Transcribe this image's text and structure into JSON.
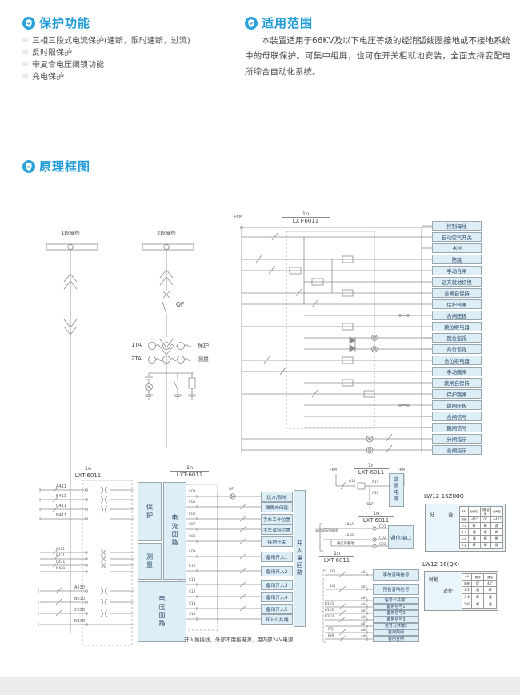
{
  "colors": {
    "accent": "#1e9cd7",
    "label_box_bg": "#ddeef7",
    "label_box_text": "#2a4a66",
    "line": "#8a8a8a"
  },
  "protection": {
    "title": "保护功能",
    "bullet": "◎",
    "items": [
      "三相三段式电流保护(速断、限时速断、过流)",
      "反时限保护",
      "带复合电压闭锁功能",
      "充电保护"
    ]
  },
  "scope": {
    "title": "适用范围",
    "body": "本装置适用于66KV及以下电压等级的经消弧线圈接地或不接地系统中的母联保护。可集中组屏，也可在开关柜就地安装，全面支持变配电所综合自动化系统。"
  },
  "diagram": {
    "title": "原理框图",
    "unit_prefix": "1n",
    "unit_model": "LXT-6011",
    "oneline": {
      "bus1": "1段母线",
      "bus2": "2段母线",
      "qf": "QF",
      "ta1": "1TA",
      "ta2": "2TA",
      "protect": "保护",
      "measure": "测量"
    },
    "control": {
      "plus_km": "+KM",
      "labels": [
        "控制母线",
        "自动空气开关",
        "-KM",
        "防跳",
        "手动合闸",
        "远方就地切换",
        "合闸自保持",
        "保护合闸",
        "合闸压板",
        "跳位继电器",
        "跳位监视",
        "合位监视",
        "合位继电器",
        "手动跳闸",
        "跳闸自保持",
        "保护跳闸",
        "跳闸压板",
        "合闸信号",
        "跳闸信号",
        "分闸指示",
        "合闸指示"
      ]
    },
    "analog": {
      "protect": "保护",
      "measure": "测量",
      "current_loop": "电流回路",
      "voltage_loop": "电压回路",
      "wires_protect": [
        "A411",
        "B411",
        "C411",
        "N411"
      ],
      "wires_measure": [
        "A421",
        "B421",
        "C421",
        "N421"
      ],
      "wires_voltage": [
        "A630",
        "B630",
        "C630",
        "N630"
      ]
    },
    "di": {
      "vertical_label": "开入量回路",
      "qf": "QF",
      "terminals": [
        "C04",
        "C05",
        "C06",
        "C07",
        "C08",
        "C09",
        "C10",
        "C11",
        "C12",
        "C13",
        "C14"
      ],
      "labels": [
        "远方/就地",
        "弹簧未储能",
        "手车工作位置",
        "手车试验位置",
        "接地开关",
        "备用开入1",
        "备用开入2",
        "备用开入3",
        "备用开入4",
        "备用开入5",
        "开入公共端"
      ],
      "note": "开入量接线，外部不用接电源，用内部24V电源"
    },
    "power": {
      "label": "装置电源",
      "plus": "+KM",
      "minus": "-KM",
      "terminals": [
        "A14",
        "A15",
        "A16"
      ]
    },
    "comm": {
      "label": "通信接口",
      "note": "采用屏蔽双绞线",
      "wires": [
        "485A",
        "485B",
        "通信屏蔽地"
      ],
      "terminals": [
        "C01",
        "C02",
        "C03"
      ]
    },
    "signal": {
      "contacts": [
        "2GJ",
        "1GJ",
        "B1U1",
        "B1U2",
        "B1U3",
        "BTJ",
        "BHJ"
      ],
      "terminals": [
        "A01",
        "A02",
        "A03",
        "A04",
        "A05",
        "A06",
        "A07",
        "A08",
        "A09"
      ],
      "labels": [
        "事故音响信号",
        "预告音响信号",
        "信号公共端1",
        "备用信号1",
        "备用信号2",
        "备用信号3",
        "信号公共端2",
        "备用跳闸",
        "备用合闸"
      ]
    },
    "kk": {
      "title": "LW12-16Z(KK)",
      "left": "分",
      "right": "合",
      "header": [
        "KK",
        "分闸后",
        "预备合闸",
        "合闸后"
      ],
      "angle": [
        "角度",
        "-45°",
        "0°",
        "+45°"
      ],
      "rows": [
        [
          "1-2",
          "断",
          "断",
          "通"
        ],
        [
          "3-4",
          "通",
          "断",
          "断"
        ],
        [
          "5-6",
          "通",
          "断",
          "断"
        ],
        [
          "7-8",
          "断",
          "断",
          "通"
        ]
      ]
    },
    "qk": {
      "title": "LW12-16(QK)",
      "top": "就地",
      "bottom": "遥控",
      "header": [
        "QK",
        "就地",
        "遥控"
      ],
      "angle": [
        "角度",
        "0°",
        "45°"
      ],
      "rows": [
        [
          "1-2",
          "通",
          "断"
        ],
        [
          "3-4",
          "断",
          "通"
        ],
        [
          "5-6",
          "断",
          "通"
        ]
      ]
    }
  }
}
